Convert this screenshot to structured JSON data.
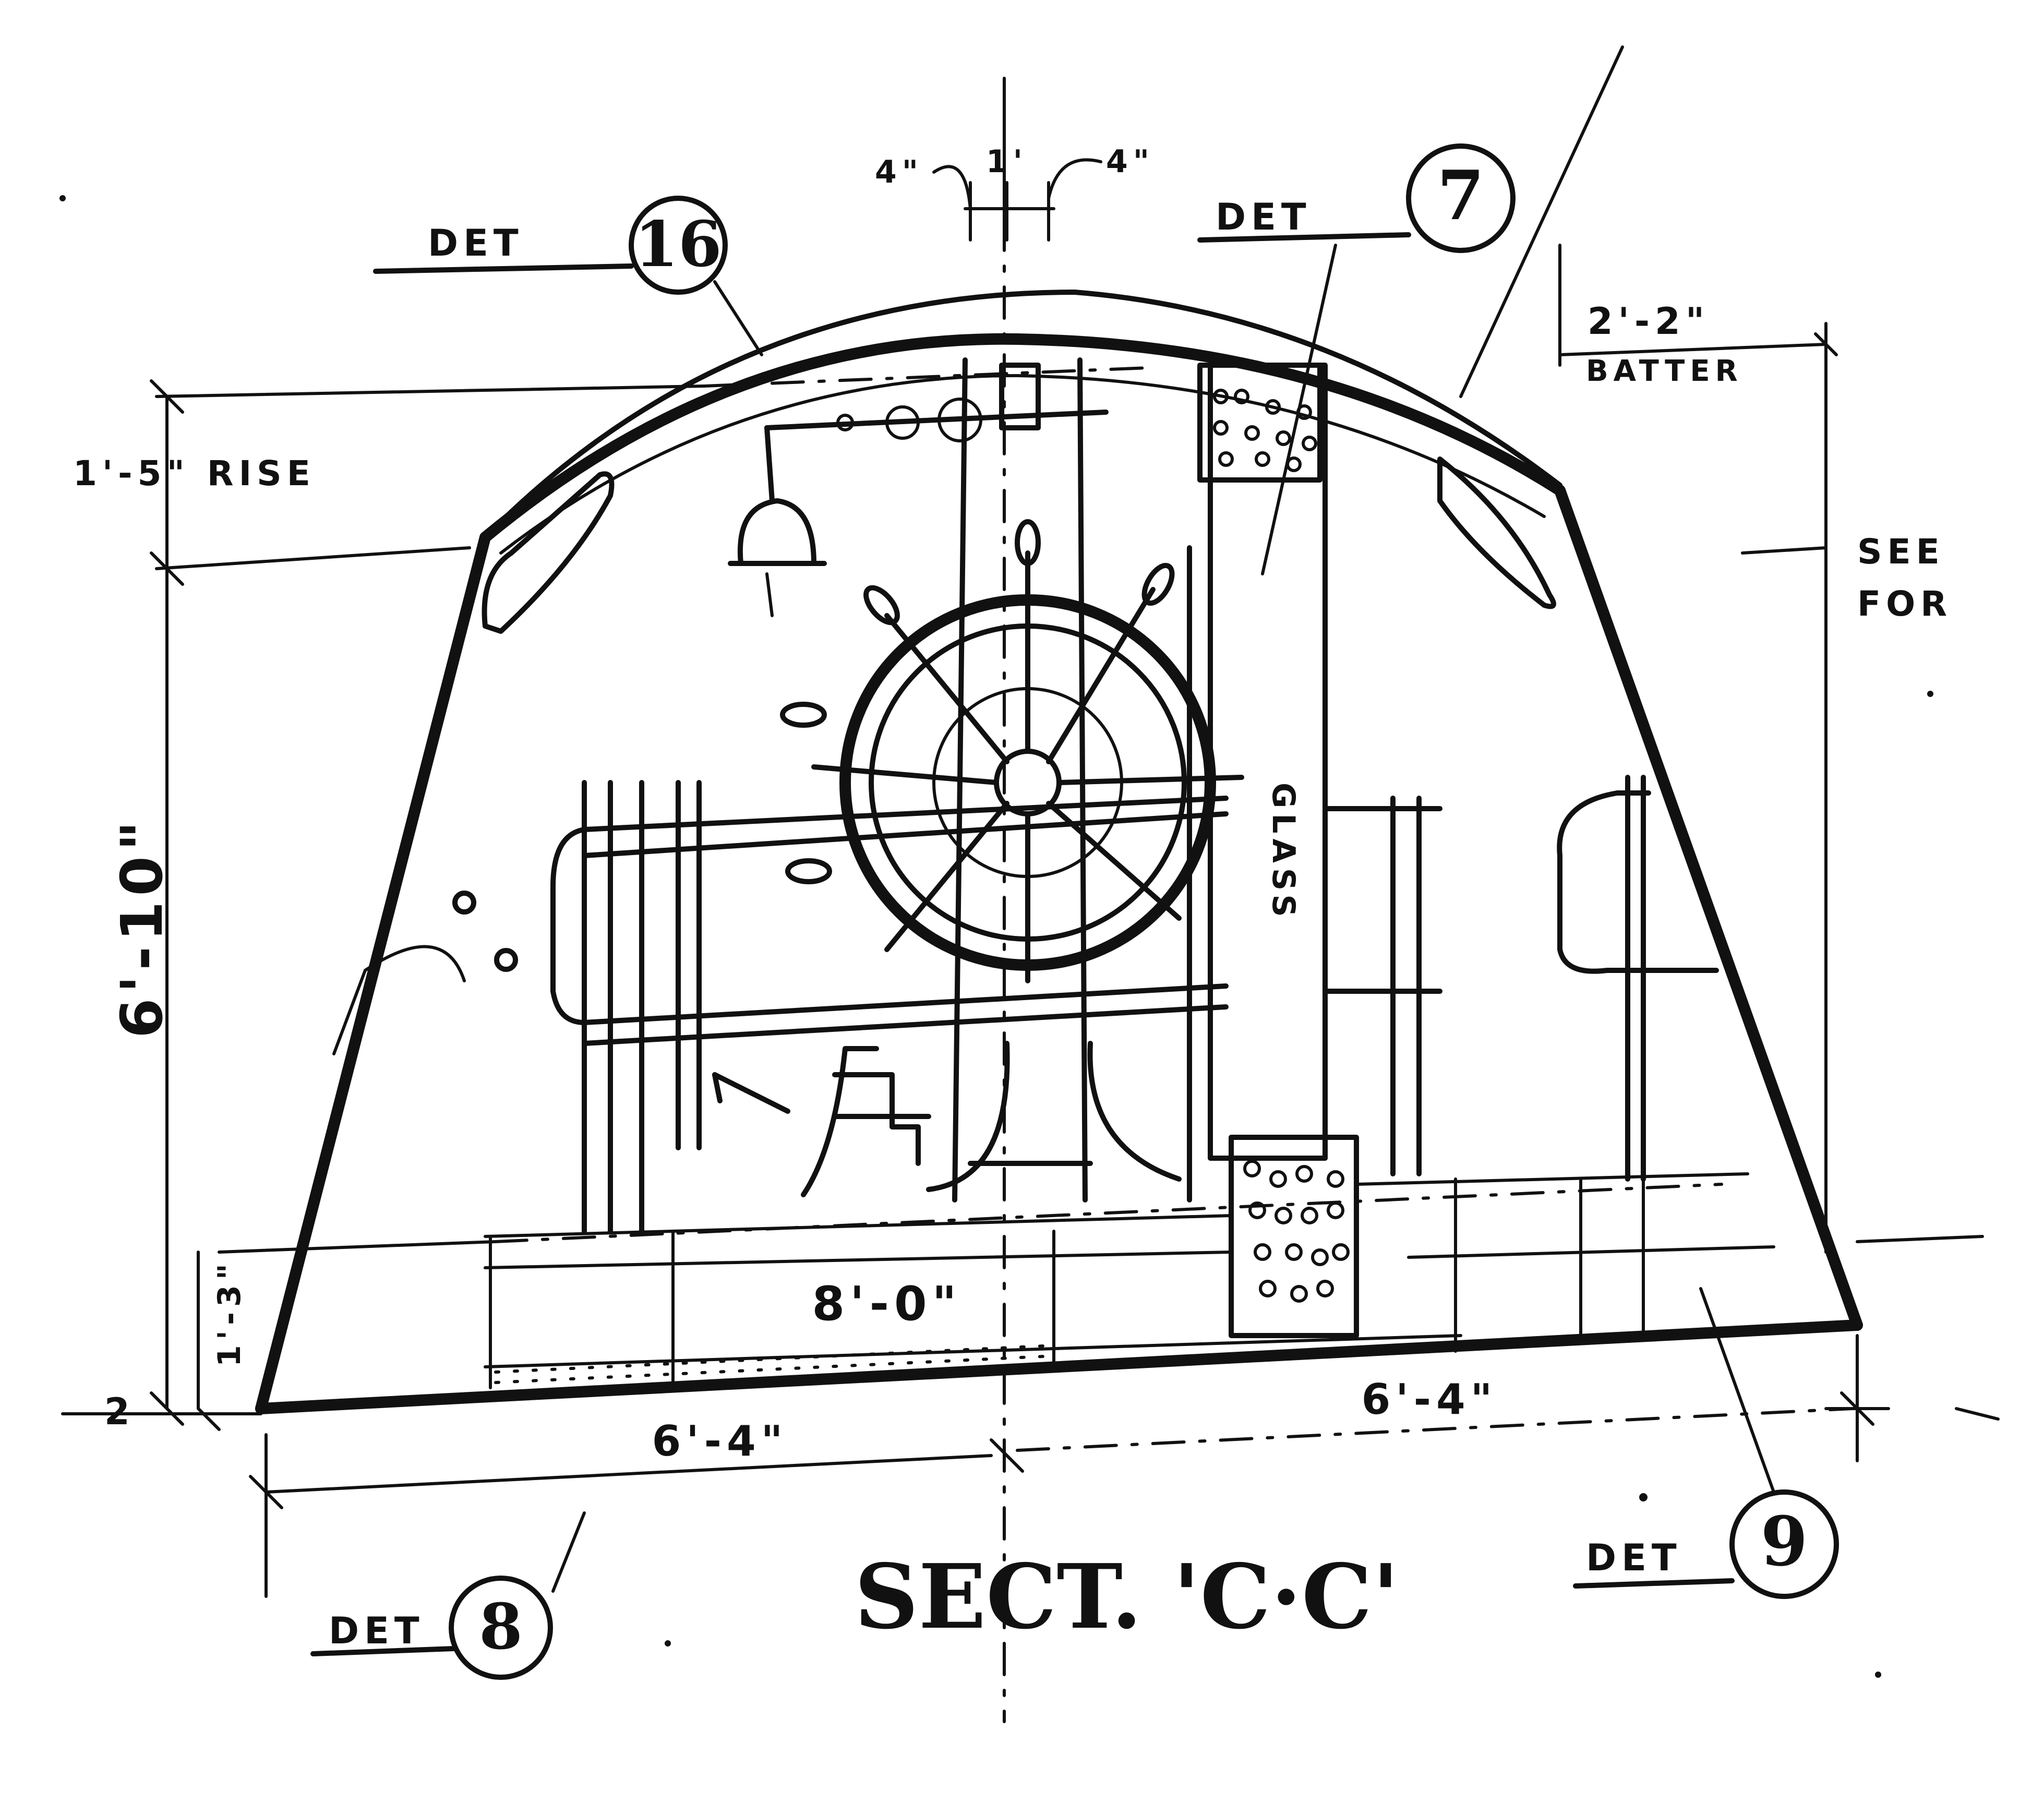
{
  "drawing": {
    "title": "SECT. 'C·C'",
    "details": [
      {
        "label": "DET",
        "number": "16"
      },
      {
        "label": "DET",
        "number": "7"
      },
      {
        "label": "DET",
        "number": "8"
      },
      {
        "label": "DET",
        "number": "9"
      }
    ],
    "dimensions": {
      "top_left_offset": "4\"",
      "top_center": "1'",
      "top_right_offset": "4\"",
      "batter": "2'-2\"",
      "batter_label": "BATTER",
      "rise": "1'-5\" RISE",
      "height": "6'-10\"",
      "sill": "1'-3\"",
      "deck_span": "8'-0\"",
      "half_width_left": "6'-4\"",
      "half_width_right": "6'-4\"",
      "corner_tick": "2"
    },
    "labels": {
      "glass": "GLASS",
      "see": "SEE",
      "for": "FOR"
    }
  }
}
